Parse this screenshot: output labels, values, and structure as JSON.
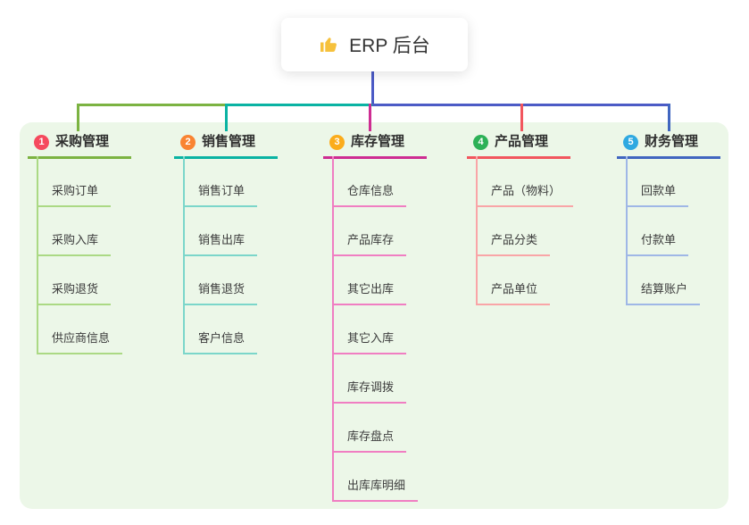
{
  "root": {
    "label": "ERP 后台",
    "icon": "thumbs-up-icon",
    "icon_color": "#F6C13C",
    "connector_color": "#4C5BC6"
  },
  "branches": [
    {
      "badge": "1",
      "label": "采购管理",
      "colors": {
        "main": "#7CB342",
        "light": "#ABD984",
        "badge": "#F5495D"
      },
      "children": [
        "采购订单",
        "采购入库",
        "采购退货",
        "供应商信息"
      ]
    },
    {
      "badge": "2",
      "label": "销售管理",
      "colors": {
        "main": "#0AB3A3",
        "light": "#7BD6CA",
        "badge": "#F98432"
      },
      "children": [
        "销售订单",
        "销售出库",
        "销售退货",
        "客户信息"
      ]
    },
    {
      "badge": "3",
      "label": "库存管理",
      "colors": {
        "main": "#CE2D92",
        "light": "#F07EC2",
        "badge": "#FBAC1B"
      },
      "children": [
        "仓库信息",
        "产品库存",
        "其它出库",
        "其它入库",
        "库存调拨",
        "库存盘点",
        "出库库明细"
      ]
    },
    {
      "badge": "4",
      "label": "产品管理",
      "colors": {
        "main": "#F2565E",
        "light": "#F9A5A7",
        "badge": "#2DB157"
      },
      "children": [
        "产品（物料）",
        "产品分类",
        "产品单位"
      ]
    },
    {
      "badge": "5",
      "label": "财务管理",
      "colors": {
        "main": "#4166C0",
        "light": "#9FB7E6",
        "badge": "#2FA9E1"
      },
      "children": [
        "回款单",
        "付款单",
        "结算账户"
      ]
    }
  ]
}
